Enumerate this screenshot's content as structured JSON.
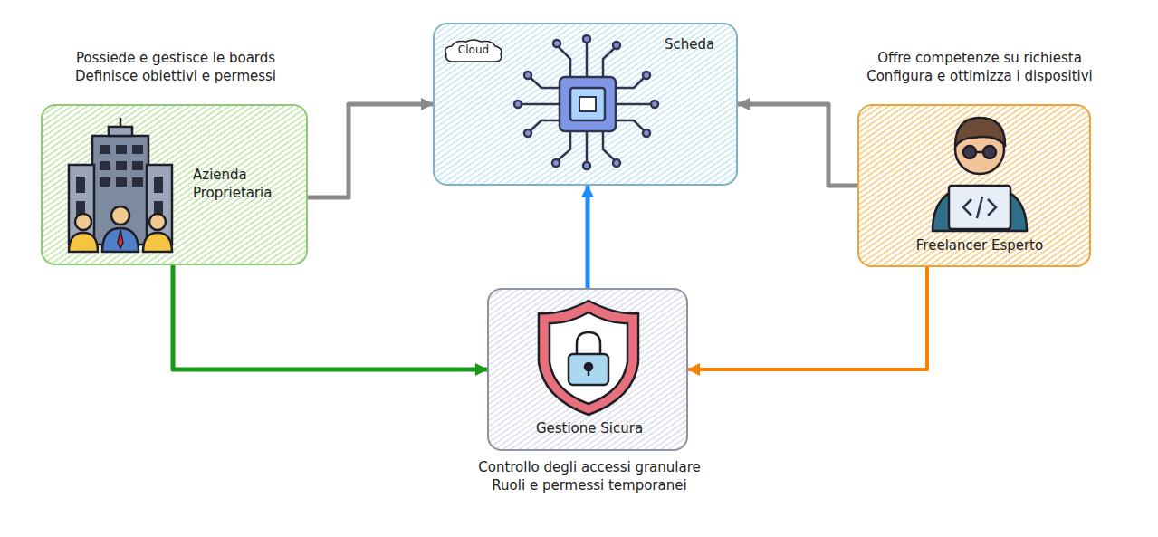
{
  "diagram": {
    "nodes": [
      {
        "text": [
          "Possiede e gestisce le boards Definisce obiettivi e permessi",
          "Azienda Proprietaria"
        ]
      },
      {
        "text": [
          "Scheda"
        ]
      },
      {
        "text": [
          "Cloud"
        ],
        "in": 1
      },
      {
        "text": [
          "Offre competenze su richiesta Configura e ottimizza i dispositivi",
          "Freelancer Esperto"
        ]
      },
      {
        "text": [
          "Gestione Sicura",
          "Controllo degli accessi granulare Ruoli e permessi temporanei"
        ]
      }
    ],
    "edges": [
      {
        "from": 0,
        "to": 1,
        "arrow": "to"
      },
      {
        "from": 3,
        "to": 1,
        "arrow": "to"
      },
      {
        "from": 0,
        "to": 4,
        "arrow": "to"
      },
      {
        "from": 3,
        "to": 4,
        "arrow": "to"
      },
      {
        "from": 4,
        "to": 1,
        "arrow": "to"
      }
    ]
  }
}
